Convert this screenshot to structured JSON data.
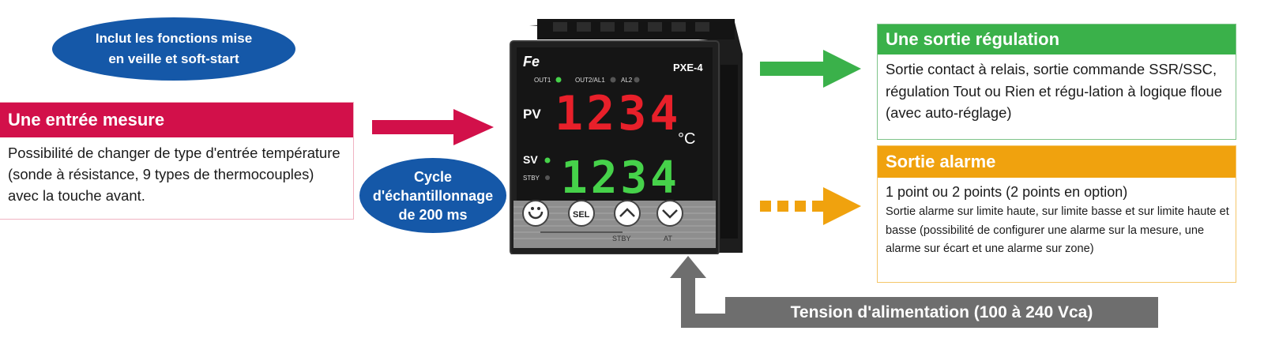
{
  "oval_standby": {
    "text": "Inclut les fonctions mise\nen veille et soft-start"
  },
  "oval_cycle": {
    "text": "Cycle\nd'échantillonnage\nde 200 ms"
  },
  "input_box": {
    "title": "Une entrée mesure",
    "body": "Possibilité de changer de type d'entrée température (sonde à résistance, 9 types de thermocouples) avec la touche avant."
  },
  "control_box": {
    "title": "Une sortie régulation",
    "body": "Sortie contact à relais, sortie commande SSR/SSC, régulation Tout ou Rien et régu-lation à logique floue (avec auto-réglage)"
  },
  "alarm_box": {
    "title": "Sortie alarme",
    "main": "1 point ou 2 points (2 points en option)",
    "detail": "Sortie alarme sur limite haute, sur limite basse et sur limite haute et basse (possibilité de configurer une alarme sur la mesure, une alarme sur écart et une alarme sur zone)"
  },
  "power": {
    "text": "Tension d'alimentation (100 à 240 Vca)"
  },
  "device": {
    "model": "PXE-4",
    "logo": "Fe",
    "indicators": {
      "out1": "OUT1",
      "out2": "OUT2/AL1",
      "al2": "AL2"
    },
    "pv_label": "PV",
    "sv_label": "SV",
    "stby_label": "STBY",
    "pv_value": "1234",
    "sv_value": "1234",
    "unit": "°C",
    "keys": {
      "sel": "SEL"
    },
    "under_labels": {
      "stby": "STBY",
      "at": "AT"
    }
  },
  "colors": {
    "input": "#d2104a",
    "control": "#3ab14a",
    "alarm": "#f0a20e",
    "power": "#6e6e6e",
    "oval": "#1558a8",
    "pv_digits": "#e8202a",
    "sv_digits": "#46d24a"
  }
}
